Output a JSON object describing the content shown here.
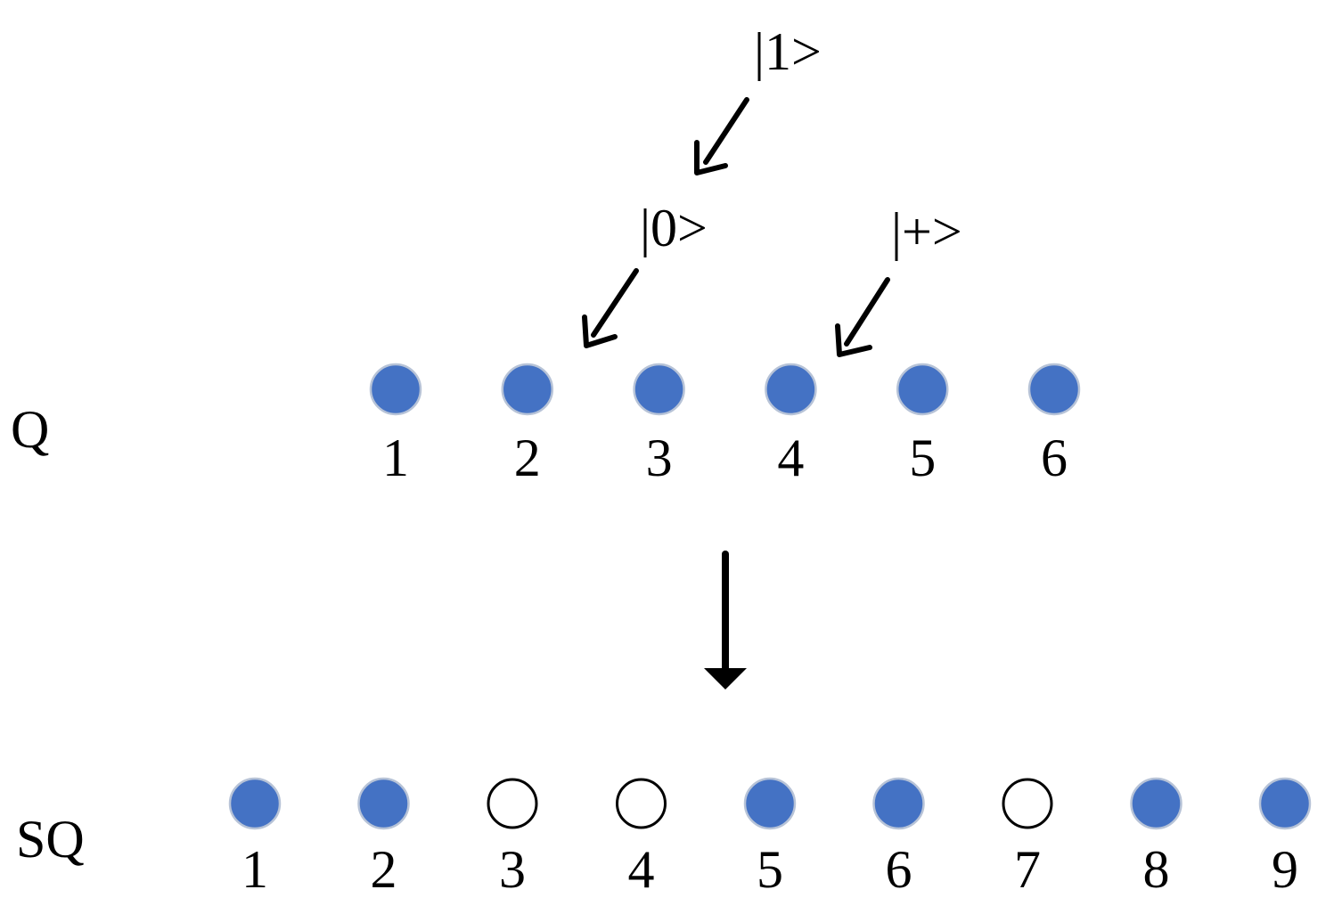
{
  "q_row": {
    "label": "Q",
    "qubits": [
      {
        "index": "1",
        "filled": true
      },
      {
        "index": "2",
        "filled": true
      },
      {
        "index": "3",
        "filled": true
      },
      {
        "index": "4",
        "filled": true
      },
      {
        "index": "5",
        "filled": true
      },
      {
        "index": "6",
        "filled": true
      }
    ]
  },
  "sq_row": {
    "label": "SQ",
    "qubits": [
      {
        "index": "1",
        "filled": true
      },
      {
        "index": "2",
        "filled": true
      },
      {
        "index": "3",
        "filled": false
      },
      {
        "index": "4",
        "filled": false
      },
      {
        "index": "5",
        "filled": true
      },
      {
        "index": "6",
        "filled": true
      },
      {
        "index": "7",
        "filled": false
      },
      {
        "index": "8",
        "filled": true
      },
      {
        "index": "9",
        "filled": true
      }
    ]
  },
  "insertions": [
    {
      "label": "|1>"
    },
    {
      "label": "|0>"
    },
    {
      "label": "|+>"
    }
  ],
  "colors": {
    "filled": "#4472C4",
    "filled_stroke": "#B7C3D7",
    "empty_fill": "#FFFFFF",
    "empty_stroke": "#000000",
    "arrow": "#000000"
  }
}
